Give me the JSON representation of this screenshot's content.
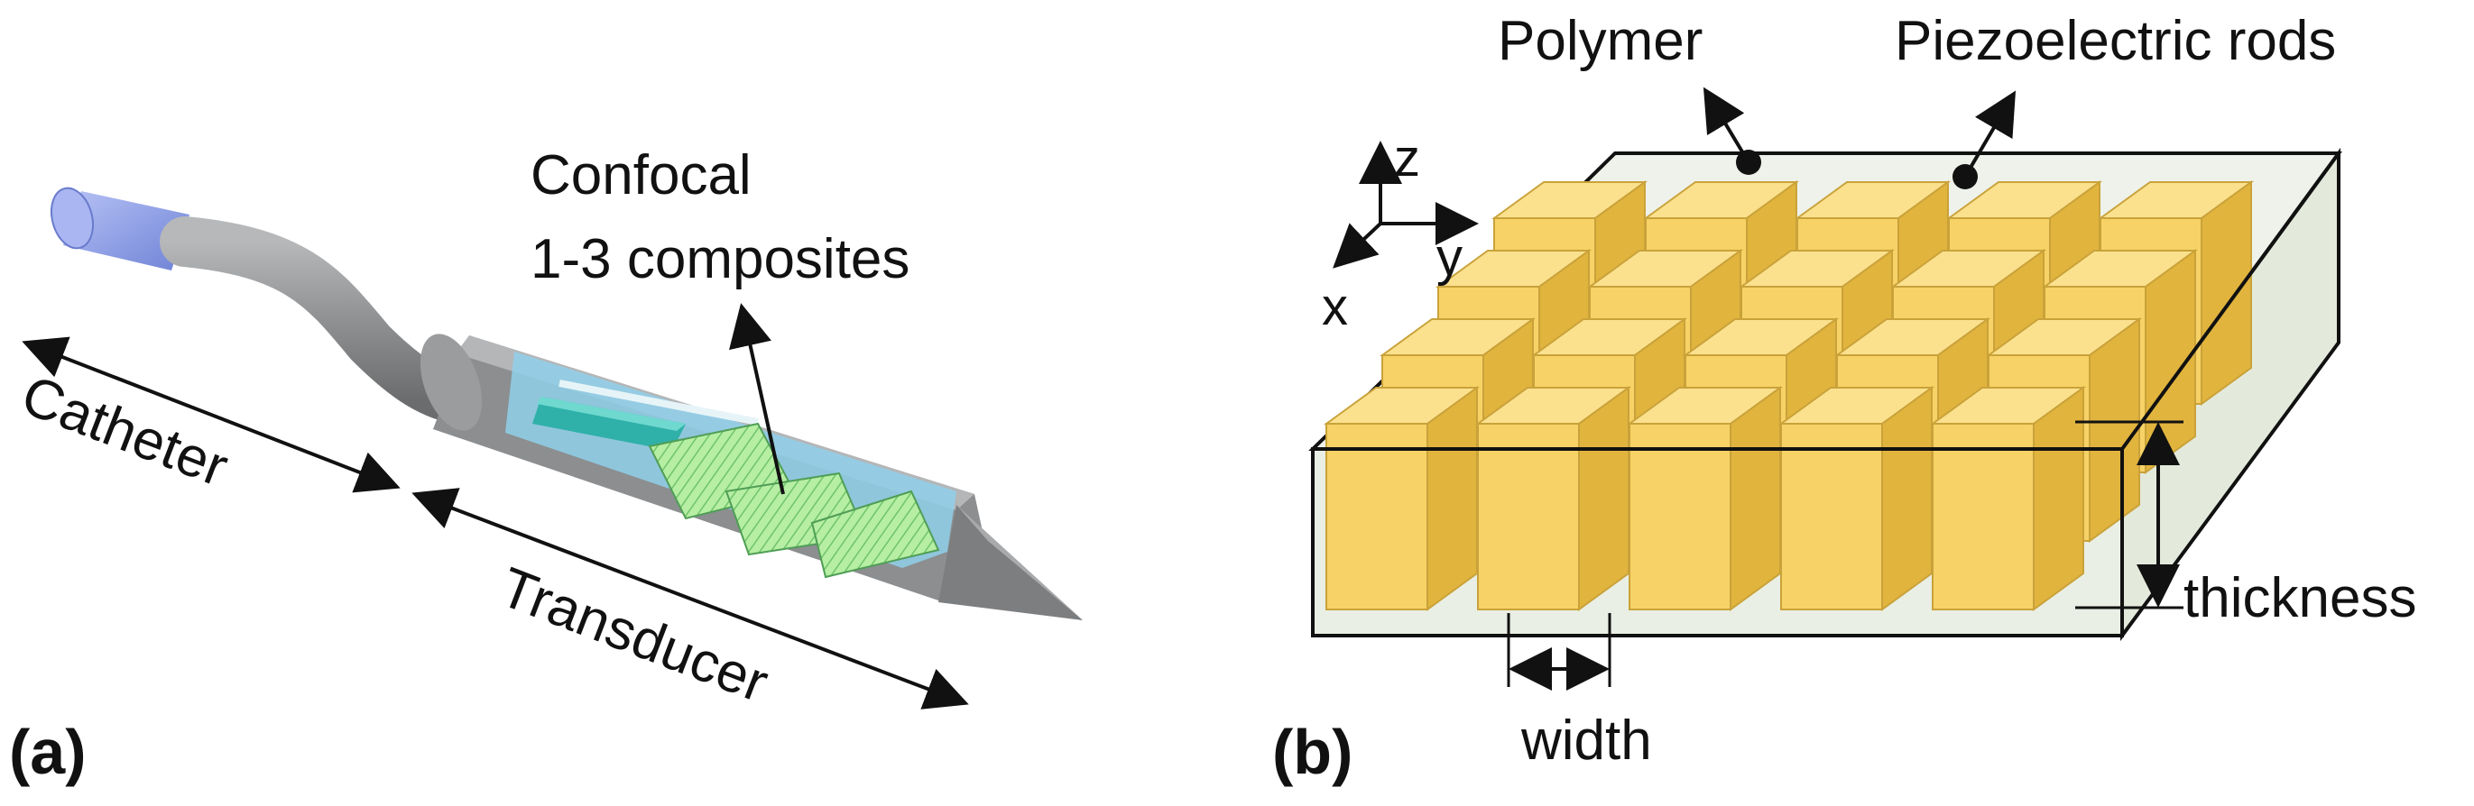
{
  "panel_a": {
    "label": "(a)",
    "catheter_label": "Catheter",
    "transducer_label": "Transducer",
    "composites_label_line1": "Confocal",
    "composites_label_line2": "1-3 composites"
  },
  "panel_b": {
    "label": "(b)",
    "polymer_label": "Polymer",
    "rods_label": "Piezoelectric rods",
    "axis_x": "x",
    "axis_y": "y",
    "axis_z": "z",
    "width_label": "width",
    "thickness_label": "thickness"
  },
  "colors": {
    "tube": "#8a8c8e",
    "connector": "#8d9ee8",
    "window": "#8fd0ea",
    "rod_front": "#f7d266",
    "rod_side": "#e1b43e",
    "rod_top": "#fbe18e",
    "polymer": "#e9efe4"
  }
}
